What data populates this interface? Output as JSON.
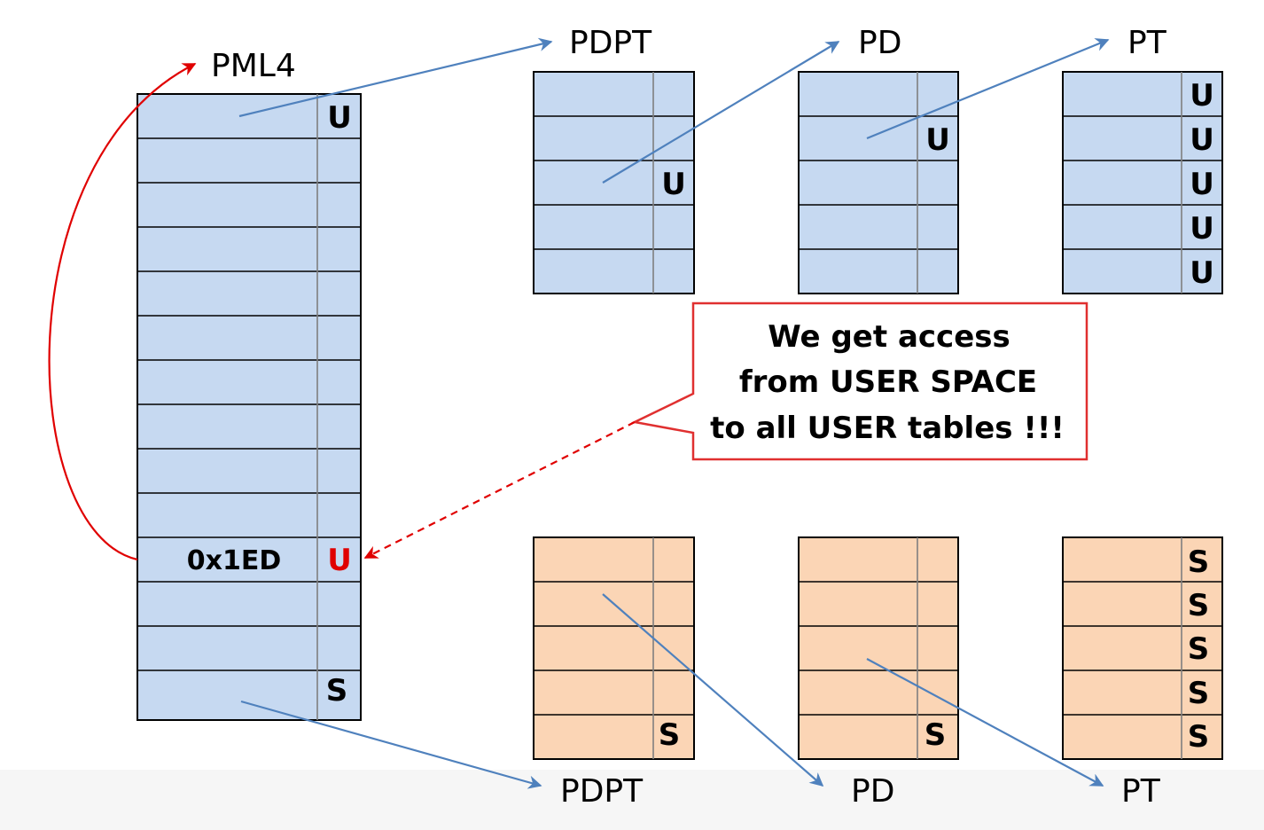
{
  "colors": {
    "user_fill": "#c6d9f1",
    "kernel_fill": "#fbd5b5",
    "grid": "#000000",
    "arrow_blue": "#4f81bd",
    "arrow_red": "#e00000",
    "callout_border": "#e03030"
  },
  "pml4": {
    "label": "PML4",
    "top_flag": "U",
    "selfref_index": "0x1ED",
    "selfref_flag": "U",
    "bottom_flag": "S"
  },
  "user_tables": {
    "pdpt": {
      "label": "PDPT",
      "flag": "U"
    },
    "pd": {
      "label": "PD",
      "flag": "U"
    },
    "pt": {
      "label": "PT",
      "flags": [
        "U",
        "U",
        "U",
        "U",
        "U"
      ]
    }
  },
  "kernel_tables": {
    "pdpt": {
      "label": "PDPT",
      "flag": "S"
    },
    "pd": {
      "label": "PD",
      "flag": "S"
    },
    "pt": {
      "label": "PT",
      "flags": [
        "S",
        "S",
        "S",
        "S",
        "S"
      ]
    }
  },
  "callout": {
    "lines": [
      "We get access",
      "from USER SPACE",
      "to all USER tables !!!"
    ]
  }
}
